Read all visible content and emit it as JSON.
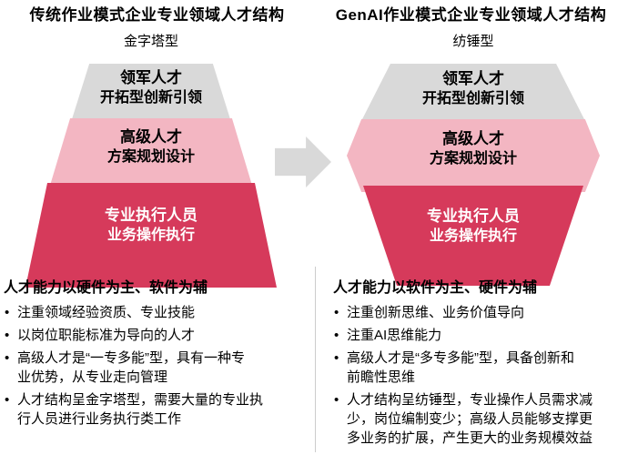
{
  "panels": {
    "left": {
      "title": "传统作业模式企业专业领域人才结构",
      "shape_name": "金字塔型",
      "tiers": [
        {
          "line1": "领军人才",
          "line2": "开拓型创新引领"
        },
        {
          "line1": "高级人才",
          "line2": "方案规划设计"
        },
        {
          "line1": "专业执行人员",
          "line2": "业务操作执行"
        }
      ],
      "summary_heading": "人才能力以硬件为主、软件为辅",
      "bullet_glyph": "•",
      "bullets": [
        "注重领域经验资质、专业技能",
        "以岗位职能标准为导向的人才",
        "高级人才是“一专多能”型，具有一种专\n业优势，从专业走向管理",
        "人才结构呈金字塔型，需要大量的专业执\n行人员进行业务执行类工作"
      ]
    },
    "right": {
      "title": "GenAI作业模式企业专业领域人才结构",
      "shape_name": "纺锤型",
      "tiers": [
        {
          "line1": "领军人才",
          "line2": "开拓型创新引领"
        },
        {
          "line1": "高级人才",
          "line2": "方案规划设计"
        },
        {
          "line1": "专业执行人员",
          "line2": "业务操作执行"
        }
      ],
      "summary_heading": "人才能力以软件为主、硬件为辅",
      "bullet_glyph": "•",
      "bullets": [
        "注重创新思维、业务价值导向",
        "注重AI思维能力",
        "高级人才是“多专多能”型，具备创新和\n前瞻性思维",
        "人才结构呈纺锤型，专业操作人员需求减\n少，岗位编制变少；高级人员能够支撑更\n多业务的扩展，产生更大的业务规模效益"
      ]
    }
  },
  "colors": {
    "tier_top_gray": "#d9d9d9",
    "tier_middle_pink": "#f3b6c2",
    "tier_bottom_red": "#d63a5b",
    "tier_bottom_text": "#ffffff",
    "arrow_gray": "#d9d9d9",
    "divider_gray": "#cccccc",
    "text_black": "#000000"
  }
}
